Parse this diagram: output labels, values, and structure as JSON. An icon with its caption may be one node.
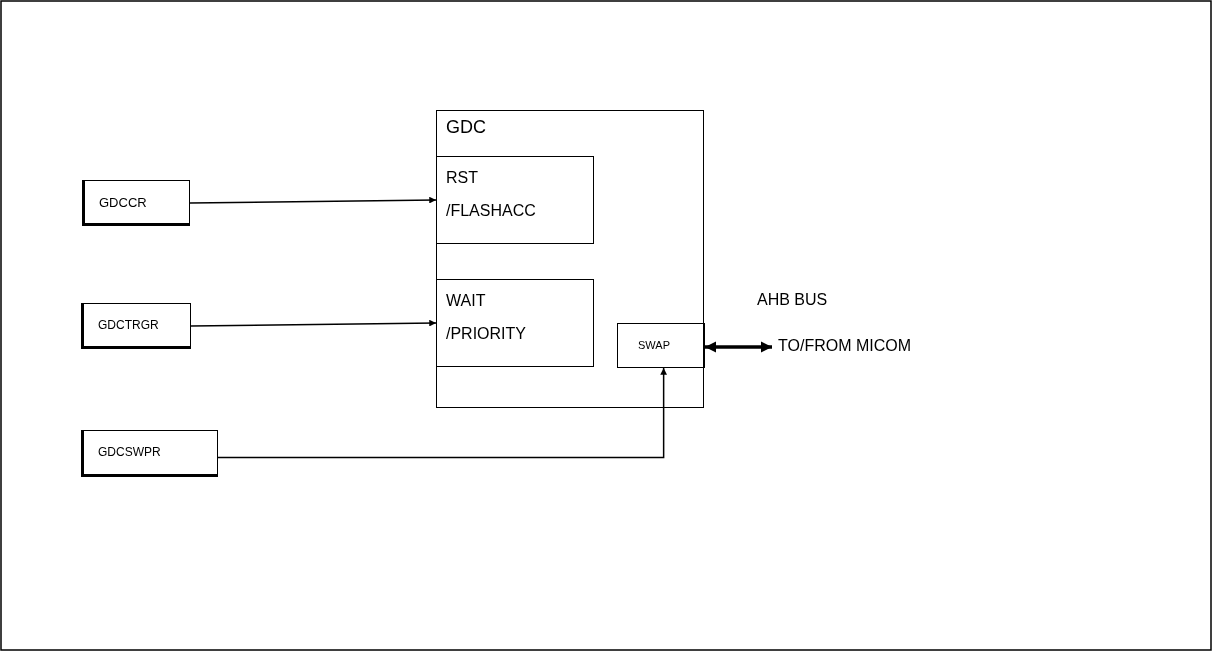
{
  "diagram": {
    "nodes": [
      {
        "text": [
          "GDCCR"
        ]
      },
      {
        "text": [
          "GDCTRGR"
        ]
      },
      {
        "text": [
          "GDCSWPR"
        ]
      },
      {
        "text": [
          "GDC"
        ]
      },
      {
        "text": [
          "RST /FLASHACC"
        ],
        "in": 3
      },
      {
        "text": [
          "WAIT /PRIORITY"
        ],
        "in": 3
      },
      {
        "text": [
          "SWAP"
        ],
        "in": 3
      },
      {
        "text": [
          "TO/FROM MICOM"
        ]
      }
    ],
    "edges": [
      {
        "from": 0,
        "to": 4,
        "arrow": "to"
      },
      {
        "from": 1,
        "to": 5,
        "arrow": "to"
      },
      {
        "from": 2,
        "to": 6,
        "arrow": "to"
      },
      {
        "from": 6,
        "to": 7,
        "arrow": "both",
        "label": "AHB BUS",
        "style": "thick"
      }
    ]
  }
}
